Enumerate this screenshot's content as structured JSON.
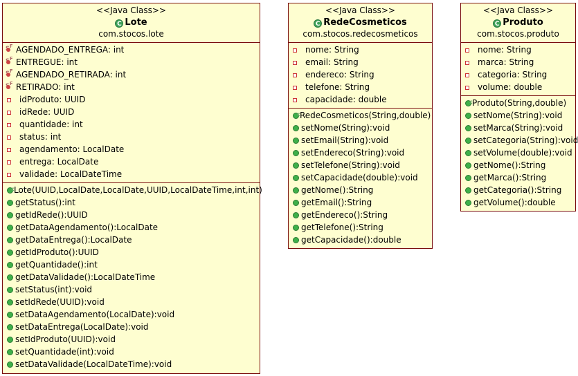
{
  "classes": [
    {
      "stereotype": "<<Java Class>>",
      "name": "Lote",
      "package": "com.stocos.lote",
      "constants": [
        "AGENDADO_ENTREGA: int",
        "ENTREGUE: int",
        "AGENDADO_RETIRADA: int",
        "RETIRADO: int"
      ],
      "fields": [
        "idProduto: UUID",
        "idRede: UUID",
        "quantidade: int",
        "status: int",
        "agendamento: LocalDate",
        "entrega: LocalDate",
        "validade: LocalDateTime"
      ],
      "constructors": [
        "Lote(UUID,LocalDate,LocalDate,UUID,LocalDateTime,int,int)"
      ],
      "methods": [
        "getStatus():int",
        "getIdRede():UUID",
        "getDataAgendamento():LocalDate",
        "getDataEntrega():LocalDate",
        "getIdProduto():UUID",
        "getQuantidade():int",
        "getDataValidade():LocalDateTime",
        "setStatus(int):void",
        "setIdRede(UUID):void",
        "setDataAgendamento(LocalDate):void",
        "setDataEntrega(LocalDate):void",
        "setIdProduto(UUID):void",
        "setQuantidade(int):void",
        "setDataValidade(LocalDateTime):void"
      ]
    },
    {
      "stereotype": "<<Java Class>>",
      "name": "RedeCosmeticos",
      "package": "com.stocos.redecosmeticos",
      "constants": [],
      "fields": [
        "nome: String",
        "email: String",
        "endereco: String",
        "telefone: String",
        "capacidade: double"
      ],
      "constructors": [
        "RedeCosmeticos(String,double)"
      ],
      "methods": [
        "setNome(String):void",
        "setEmail(String):void",
        "setEndereco(String):void",
        "setTelefone(String):void",
        "setCapacidade(double):void",
        "getNome():String",
        "getEmail():String",
        "getEndereco():String",
        "getTelefone():String",
        "getCapacidade():double"
      ]
    },
    {
      "stereotype": "<<Java Class>>",
      "name": "Produto",
      "package": "com.stocos.produto",
      "constants": [],
      "fields": [
        "nome: String",
        "marca: String",
        "categoria: String",
        "volume: double"
      ],
      "constructors": [
        "Produto(String,double)"
      ],
      "methods": [
        "setNome(String):void",
        "setMarca(String):void",
        "setCategoria(String):void",
        "setVolume(double):void",
        "getNome():String",
        "getMarca():String",
        "getCategoria():String",
        "getVolume():double"
      ]
    }
  ]
}
